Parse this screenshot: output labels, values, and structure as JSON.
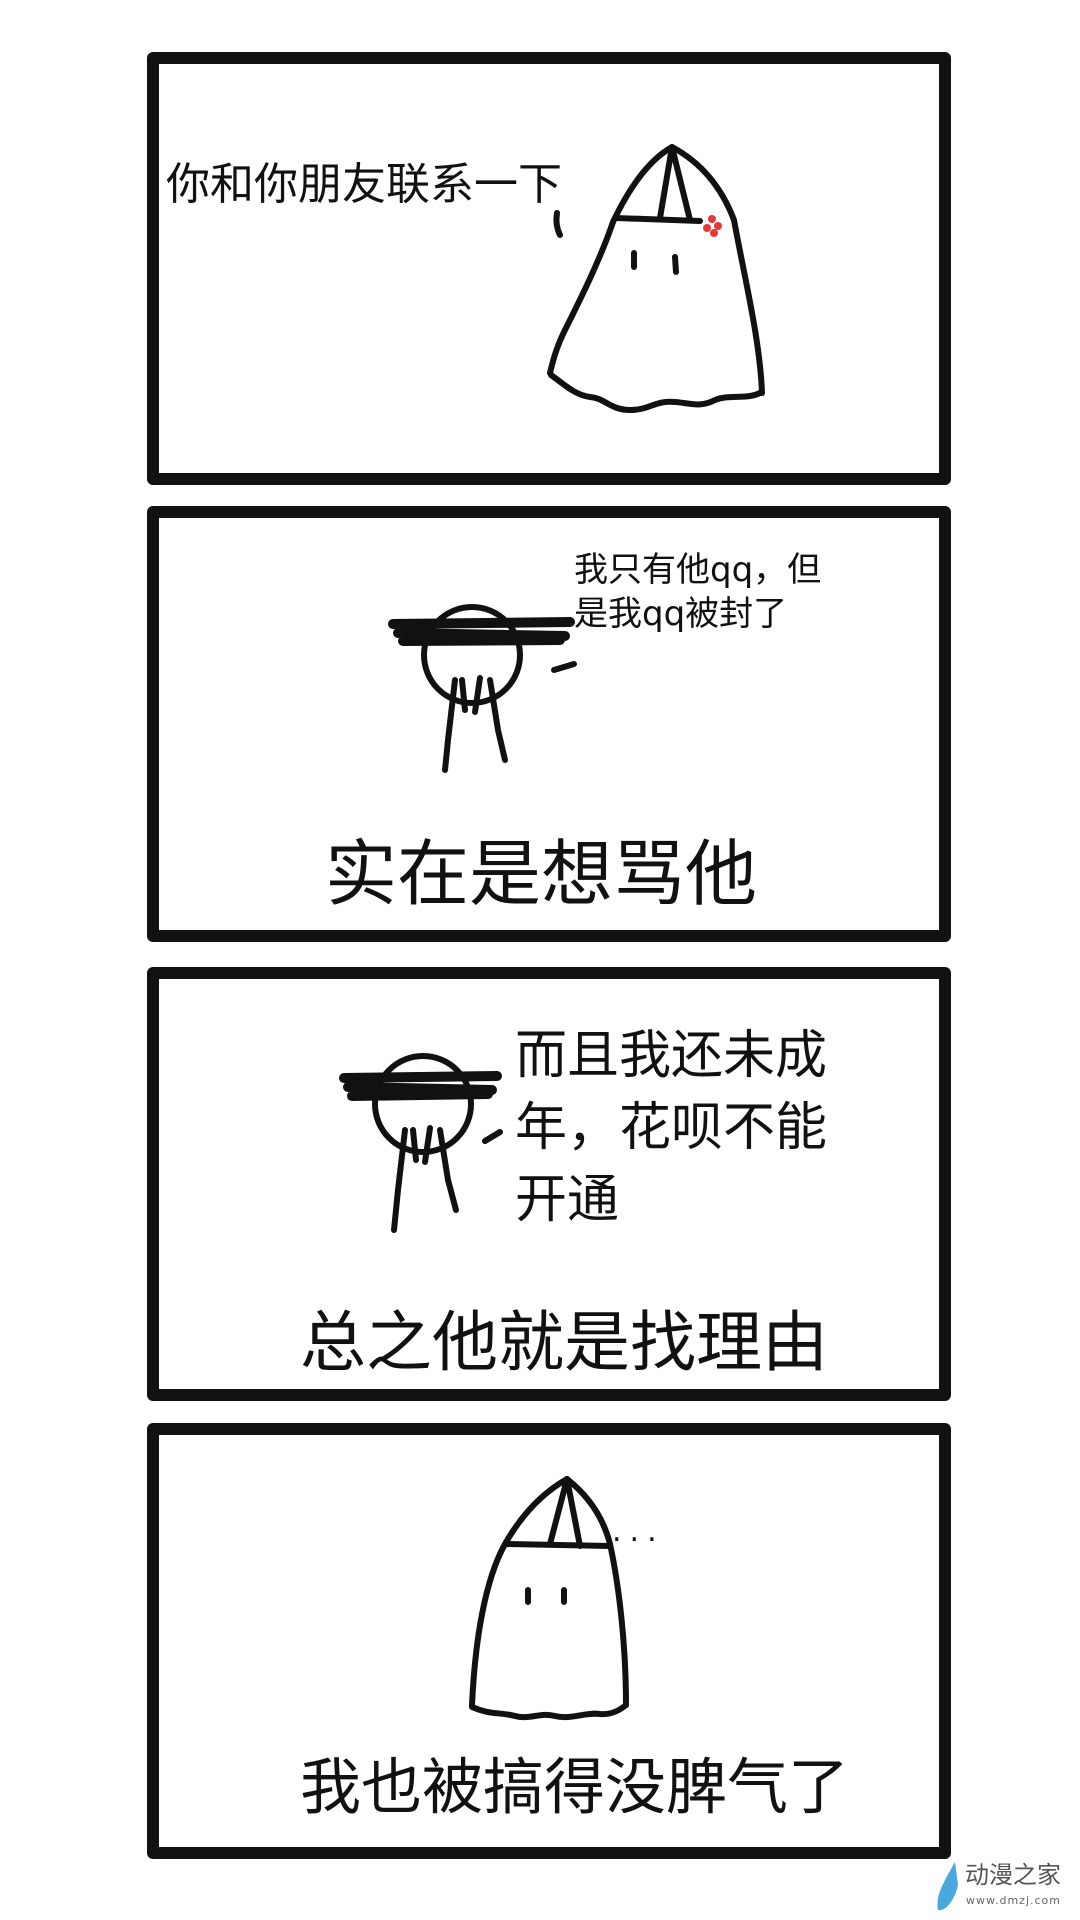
{
  "panels": [
    {
      "speech": "你和你朋友联系一下"
    },
    {
      "speech_lines": [
        "我只有他qq，但",
        "是我qq被封了"
      ],
      "caption": "实在是想骂他"
    },
    {
      "speech_lines": [
        "而且我还未成",
        "年，花呗不能",
        "开通"
      ],
      "caption": "总之他就是找理由"
    },
    {
      "speech": "...",
      "caption": "我也被搞得没脾气了"
    }
  ],
  "watermark": {
    "title": "动漫之家",
    "url": "www.dmzj.com"
  },
  "colors": {
    "ink": "#111111",
    "flower": "#e53935",
    "logo": "#4aa8e0"
  }
}
